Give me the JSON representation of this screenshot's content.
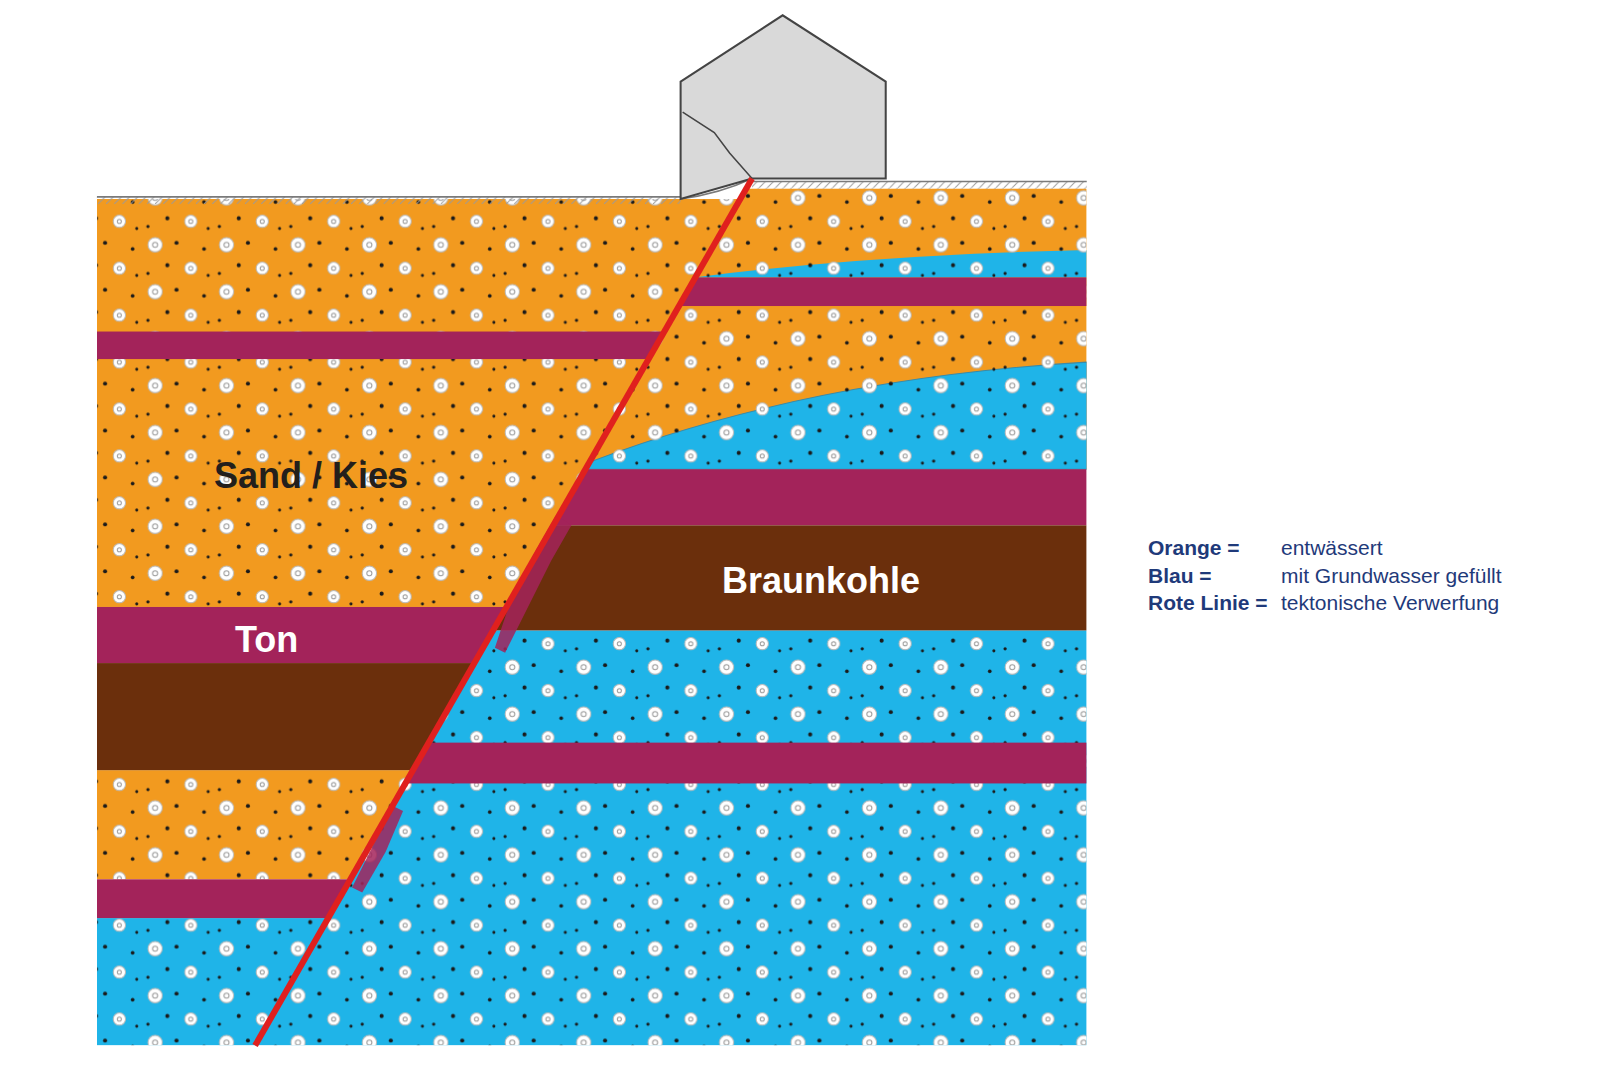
{
  "diagram": {
    "nodes": [
      {
        "text": [
          "Sand / Kies"
        ]
      },
      {
        "text": [
          "Ton"
        ]
      },
      {
        "text": [
          "Braunkohle"
        ]
      }
    ],
    "labels": [
      "Orange =",
      "entwässert",
      "Blau =",
      "mit Grundwasser gefüllt",
      "Rote Linie =",
      "tektonische Verwerfung"
    ]
  }
}
